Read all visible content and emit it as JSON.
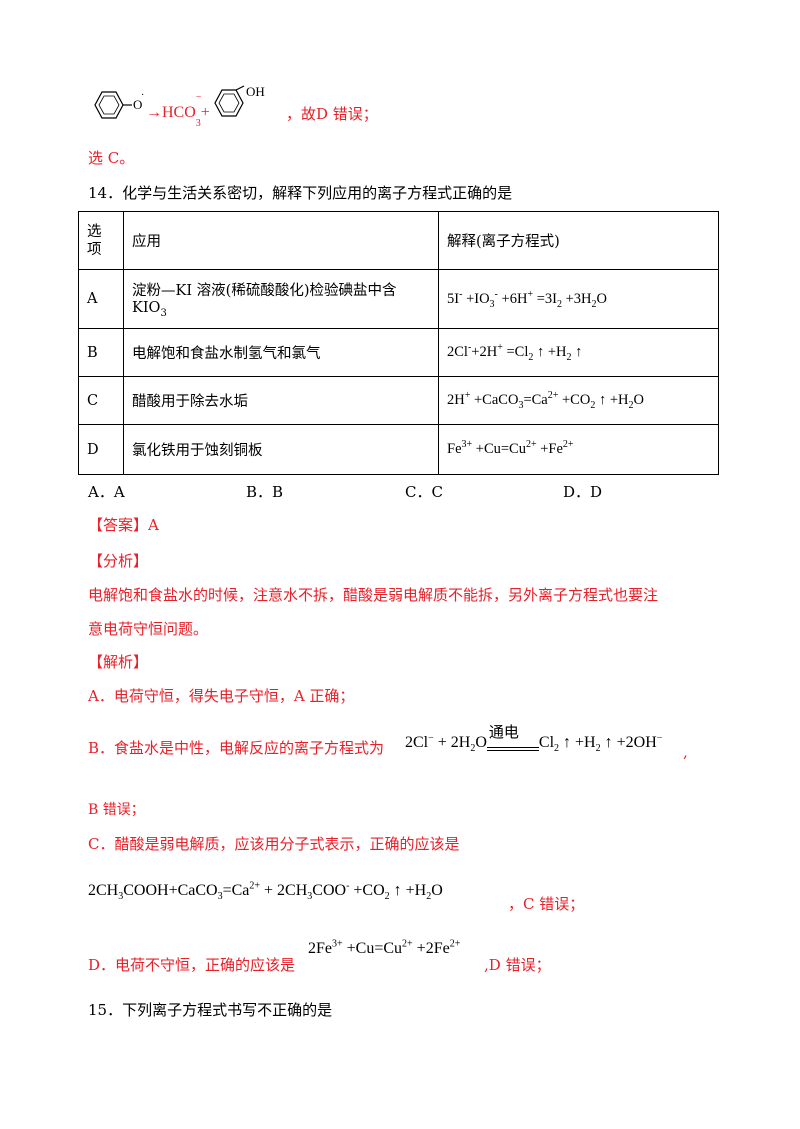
{
  "top": {
    "arrow_part": "→HCO",
    "sub3": "3",
    "sup_minus": "−",
    "plus": "+",
    "oh": "OH",
    "tail": "，故D 错误；"
  },
  "choose_c": "选 C。",
  "q14": {
    "stem": "14．化学与生活关系密切，解释下列应用的离子方程式正确的是",
    "header": {
      "col1": "选项",
      "col2": "应用",
      "col3": "解释(离子方程式)"
    },
    "rows": [
      {
        "opt": "A",
        "app_line1": "淀粉—KI 溶液(稀硫酸酸化)检验碘盐中含",
        "app_line2": "KIO"
      },
      {
        "opt": "B",
        "app": "电解饱和食盐水制氢气和氯气"
      },
      {
        "opt": "C",
        "app": "醋酸用于除去水垢"
      },
      {
        "opt": "D",
        "app": "氯化铁用于蚀刻铜板"
      }
    ],
    "choices": [
      "A．A",
      "B．B",
      "C．C",
      "D．D"
    ]
  },
  "answer": "【答案】A",
  "analysis_title": "【分析】",
  "analysis_line1": "电解饱和食盐水的时候，注意水不拆，醋酸是弱电解质不能拆，另外离子方程式也要注",
  "analysis_line2": "意电荷守恒问题。",
  "explain_title": "【解析】",
  "explain_a": "A．电荷守恒，得失电子守恒，A 正确；",
  "explain_b_prefix": "B．食盐水是中性，电解反应的离子方程式为",
  "electro_label": "通电",
  "explain_b_wrong": "B 错误；",
  "explain_c": "C．醋酸是弱电解质，应该用分子式表示，正确的应该是",
  "explain_c_wrong": "，C 错误；",
  "explain_d_prefix": "D．电荷不守恒，正确的应该是",
  "explain_d_wrong": ",D 错误；",
  "q15": "15．下列离子方程式书写不正确的是"
}
